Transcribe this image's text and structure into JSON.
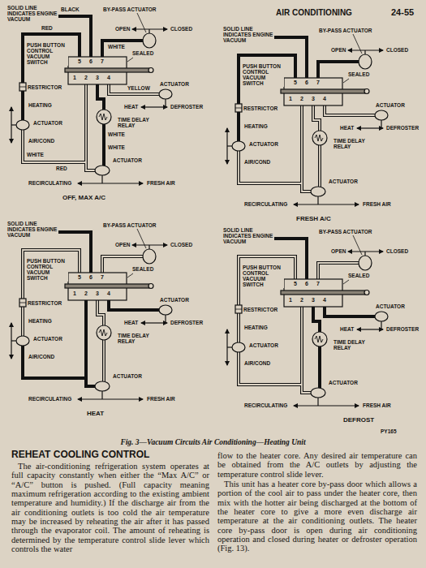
{
  "diagram": {
    "caption": "Fig. 3—Vacuum Circuits Air Conditioning—Heating Unit",
    "labels": [
      "AIR CONDITIONING",
      "24-55",
      "SOLID LINE INDICATES ENGINE VACUUM",
      "BY-PASS ACTUATOR",
      "OPEN",
      "CLOSED",
      "PUSH BUTTON CONTROL VACUUM SWITCH",
      "5",
      "6",
      "7",
      "SEALED",
      "1",
      "2",
      "3",
      "4",
      "ACTUATOR",
      "HEAT",
      "DEFROSTER",
      "RESTRICTOR",
      "HEATING",
      "TIME DELAY RELAY",
      "ACTUATOR",
      "AIR/COND",
      "ACTUATOR",
      "RECIRCULATING",
      "FRESH AIR",
      "OFF, MAX A/C",
      "BLACK",
      "WHITE",
      "RED",
      "YELLOW",
      "WHITE",
      "WHITE",
      "WHITE",
      "RED",
      "SOLID LINE INDICATES ENGINE VACUUM",
      "BY-PASS ACTUATOR",
      "OPEN",
      "CLOSED",
      "PUSH BUTTON CONTROL VACUUM SWITCH",
      "5",
      "6",
      "7",
      "SEALED",
      "1",
      "2",
      "3",
      "4",
      "ACTUATOR",
      "HEAT",
      "DEFROSTER",
      "RESTRICTOR",
      "HEATING",
      "TIME DELAY RELAY",
      "ACTUATOR",
      "AIR/COND",
      "ACTUATOR",
      "RECIRCULATING",
      "FRESH AIR",
      "FRESH A/C",
      "SOLID LINE INDICATES ENGINE VACUUM",
      "BY-PASS ACTUATOR",
      "OPEN",
      "CLOSED",
      "PUSH BUTTON CONTROL VACUUM SWITCH",
      "5",
      "6",
      "7",
      "SEALED",
      "1",
      "2",
      "3",
      "4",
      "ACTUATOR",
      "HEAT",
      "DEFROSTER",
      "RESTRICTOR",
      "HEATING",
      "TIME DELAY RELAY",
      "ACTUATOR",
      "AIR/COND",
      "ACTUATOR",
      "RECIRCULATING",
      "FRESH AIR",
      "HEAT",
      "SOLID LINE INDICATES ENGINE VACUUM",
      "BY-PASS ACTUATOR",
      "OPEN",
      "CLOSED",
      "PUSH BUTTON CONTROL VACUUM SWITCH",
      "5",
      "6",
      "7",
      "SEALED",
      "1",
      "2",
      "3",
      "4",
      "ACTUATOR",
      "HEAT",
      "DEFROSTER",
      "RESTRICTOR",
      "HEATING",
      "TIME DELAY RELAY",
      "ACTUATOR",
      "AIR/COND",
      "ACTUATOR",
      "RECIRCULATING",
      "FRESH AIR",
      "DEFROST",
      "PY165",
      "REHEAT COOLING CONTROL",
      "The air-conditioning refrigeration system operates at full capacity constantly when either the “Max A/C” or “A/C” button is pushed. (Full capacity meaning maximum refrigeration according to the existing ambient temperature and humidity.) If the discharge air from the air conditioning outlets is too cold the air temperature may be increased by reheating the air after it has passed through the evaporator coil. The amount of reheating is determined by the temperature control slide lever which controls the water",
      "flow to the heater core. Any desired air temperature can be obtained from the A/C outlets by adjusting the temperature control slide lever.",
      "This unit has a heater core by-pass door which allows a portion of the cool air to pass under the heater core, then mix with the hotter air being discharged at the bottom of the heater core to give a more even discharge air temperature at the air conditioning outlets. The heater core by-pass door is open during air conditioning operation and closed during heater or defroster operation (Fig. 13)."
    ]
  }
}
